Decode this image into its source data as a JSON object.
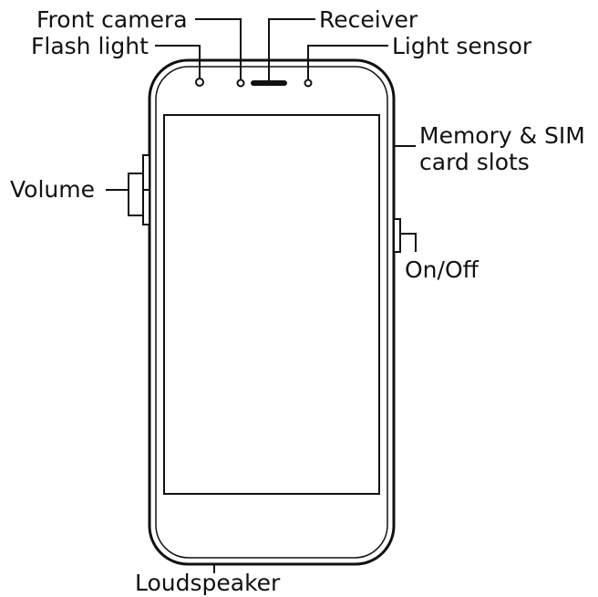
{
  "labels": {
    "front_camera": "Front camera",
    "flash_light": "Flash light",
    "receiver": "Receiver",
    "light_sensor": "Light sensor",
    "memory_sim_line1": "Memory & SIM",
    "memory_sim_line2": "card slots",
    "volume": "Volume",
    "on_off": "On/Off",
    "loudspeaker": "Loudspeaker"
  },
  "colors": {
    "ink": "#111111",
    "background": "#ffffff"
  }
}
